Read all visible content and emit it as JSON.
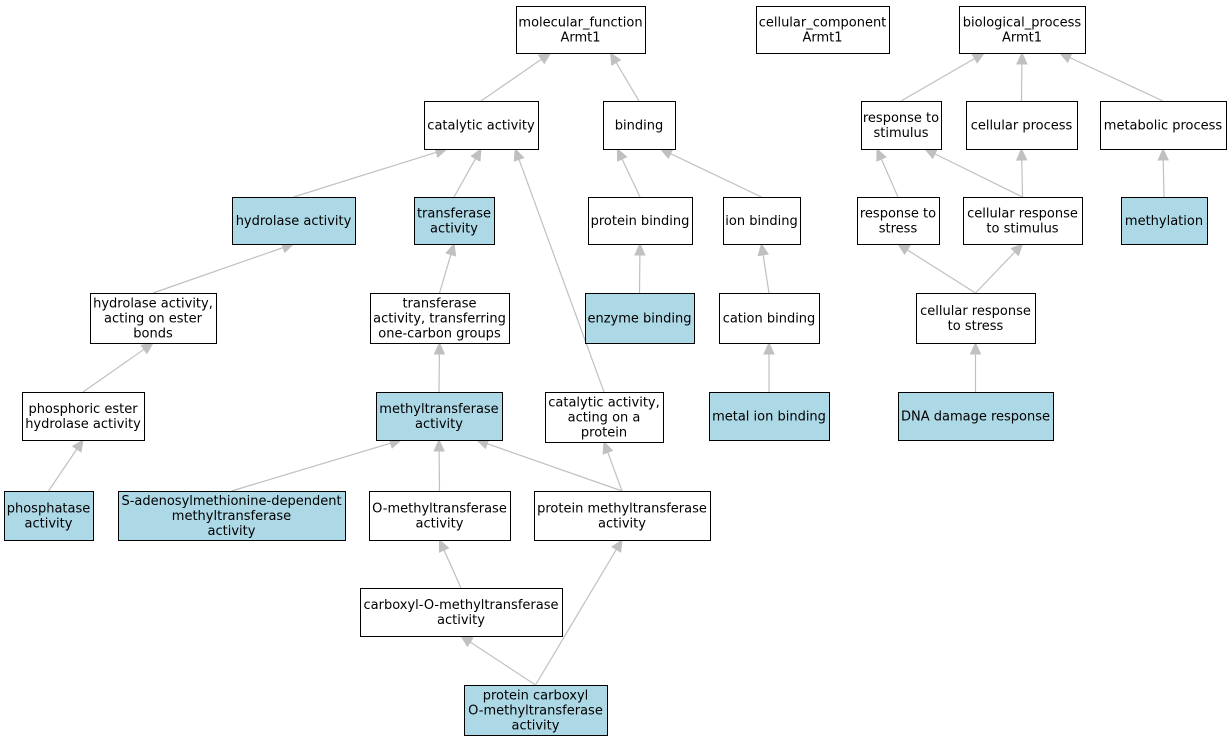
{
  "colors": {
    "highlight_fill": "#add8e6",
    "plain_fill": "#ffffff",
    "edge": "#c0c0c0",
    "border": "#000000"
  },
  "nodes": [
    {
      "id": "molecular_function",
      "lines": [
        "molecular_function",
        "Armt1"
      ],
      "highlight": false
    },
    {
      "id": "cellular_component",
      "lines": [
        "cellular_component",
        "Armt1"
      ],
      "highlight": false
    },
    {
      "id": "biological_process",
      "lines": [
        "biological_process",
        "Armt1"
      ],
      "highlight": false
    },
    {
      "id": "catalytic_activity",
      "lines": [
        "catalytic activity"
      ],
      "highlight": false
    },
    {
      "id": "binding",
      "lines": [
        "binding"
      ],
      "highlight": false
    },
    {
      "id": "response_to_stimulus",
      "lines": [
        "response to",
        "stimulus"
      ],
      "highlight": false
    },
    {
      "id": "cellular_process",
      "lines": [
        "cellular process"
      ],
      "highlight": false
    },
    {
      "id": "metabolic_process",
      "lines": [
        "metabolic process"
      ],
      "highlight": false
    },
    {
      "id": "hydrolase_activity",
      "lines": [
        "hydrolase activity"
      ],
      "highlight": true
    },
    {
      "id": "transferase_activity",
      "lines": [
        "transferase",
        "activity"
      ],
      "highlight": true
    },
    {
      "id": "protein_binding",
      "lines": [
        "protein binding"
      ],
      "highlight": false
    },
    {
      "id": "ion_binding",
      "lines": [
        "ion binding"
      ],
      "highlight": false
    },
    {
      "id": "response_to_stress",
      "lines": [
        "response to",
        "stress"
      ],
      "highlight": false
    },
    {
      "id": "cellular_response_to_stimulus",
      "lines": [
        "cellular response",
        "to stimulus"
      ],
      "highlight": false
    },
    {
      "id": "methylation",
      "lines": [
        "methylation"
      ],
      "highlight": true
    },
    {
      "id": "hydrolase_ester",
      "lines": [
        "hydrolase activity,",
        "acting on ester",
        "bonds"
      ],
      "highlight": false
    },
    {
      "id": "transferase_one_carbon",
      "lines": [
        "transferase",
        "activity, transferring",
        "one-carbon groups"
      ],
      "highlight": false
    },
    {
      "id": "enzyme_binding",
      "lines": [
        "enzyme binding"
      ],
      "highlight": true
    },
    {
      "id": "cation_binding",
      "lines": [
        "cation binding"
      ],
      "highlight": false
    },
    {
      "id": "cellular_response_to_stress",
      "lines": [
        "cellular response",
        "to stress"
      ],
      "highlight": false
    },
    {
      "id": "phosphoric_ester",
      "lines": [
        "phosphoric ester",
        "hydrolase activity"
      ],
      "highlight": false
    },
    {
      "id": "methyltransferase_activity",
      "lines": [
        "methyltransferase",
        "activity"
      ],
      "highlight": true
    },
    {
      "id": "catalytic_on_protein",
      "lines": [
        "catalytic activity,",
        "acting on a",
        "protein"
      ],
      "highlight": false
    },
    {
      "id": "metal_ion_binding",
      "lines": [
        "metal ion binding"
      ],
      "highlight": true
    },
    {
      "id": "dna_damage_response",
      "lines": [
        "DNA damage response"
      ],
      "highlight": true
    },
    {
      "id": "phosphatase_activity",
      "lines": [
        "phosphatase",
        "activity"
      ],
      "highlight": true
    },
    {
      "id": "sam_methyltransferase",
      "lines": [
        "S-adenosylmethionine-dependent",
        "methyltransferase",
        "activity"
      ],
      "highlight": true
    },
    {
      "id": "o_methyltransferase",
      "lines": [
        "O-methyltransferase",
        "activity"
      ],
      "highlight": false
    },
    {
      "id": "protein_methyltransferase",
      "lines": [
        "protein methyltransferase",
        "activity"
      ],
      "highlight": false
    },
    {
      "id": "carboxyl_o_methyltransferase",
      "lines": [
        "carboxyl-O-methyltransferase",
        "activity"
      ],
      "highlight": false
    },
    {
      "id": "protein_carboxyl_o_methyltransferase",
      "lines": [
        "protein carboxyl",
        "O-methyltransferase",
        "activity"
      ],
      "highlight": true
    }
  ],
  "edges": [
    {
      "from": "catalytic_activity",
      "to": "molecular_function"
    },
    {
      "from": "binding",
      "to": "molecular_function"
    },
    {
      "from": "response_to_stimulus",
      "to": "biological_process"
    },
    {
      "from": "cellular_process",
      "to": "biological_process"
    },
    {
      "from": "metabolic_process",
      "to": "biological_process"
    },
    {
      "from": "hydrolase_activity",
      "to": "catalytic_activity"
    },
    {
      "from": "transferase_activity",
      "to": "catalytic_activity"
    },
    {
      "from": "catalytic_on_protein",
      "to": "catalytic_activity"
    },
    {
      "from": "protein_binding",
      "to": "binding"
    },
    {
      "from": "ion_binding",
      "to": "binding"
    },
    {
      "from": "response_to_stress",
      "to": "response_to_stimulus"
    },
    {
      "from": "cellular_response_to_stimulus",
      "to": "response_to_stimulus"
    },
    {
      "from": "cellular_response_to_stimulus",
      "to": "cellular_process"
    },
    {
      "from": "methylation",
      "to": "metabolic_process"
    },
    {
      "from": "hydrolase_ester",
      "to": "hydrolase_activity"
    },
    {
      "from": "transferase_one_carbon",
      "to": "transferase_activity"
    },
    {
      "from": "enzyme_binding",
      "to": "protein_binding"
    },
    {
      "from": "cation_binding",
      "to": "ion_binding"
    },
    {
      "from": "cellular_response_to_stress",
      "to": "response_to_stress"
    },
    {
      "from": "cellular_response_to_stress",
      "to": "cellular_response_to_stimulus"
    },
    {
      "from": "phosphoric_ester",
      "to": "hydrolase_ester"
    },
    {
      "from": "methyltransferase_activity",
      "to": "transferase_one_carbon"
    },
    {
      "from": "metal_ion_binding",
      "to": "cation_binding"
    },
    {
      "from": "dna_damage_response",
      "to": "cellular_response_to_stress"
    },
    {
      "from": "phosphatase_activity",
      "to": "phosphoric_ester"
    },
    {
      "from": "sam_methyltransferase",
      "to": "methyltransferase_activity"
    },
    {
      "from": "o_methyltransferase",
      "to": "methyltransferase_activity"
    },
    {
      "from": "protein_methyltransferase",
      "to": "methyltransferase_activity"
    },
    {
      "from": "protein_methyltransferase",
      "to": "catalytic_on_protein"
    },
    {
      "from": "carboxyl_o_methyltransferase",
      "to": "o_methyltransferase"
    },
    {
      "from": "protein_carboxyl_o_methyltransferase",
      "to": "carboxyl_o_methyltransferase"
    },
    {
      "from": "protein_carboxyl_o_methyltransferase",
      "to": "protein_methyltransferase"
    }
  ]
}
